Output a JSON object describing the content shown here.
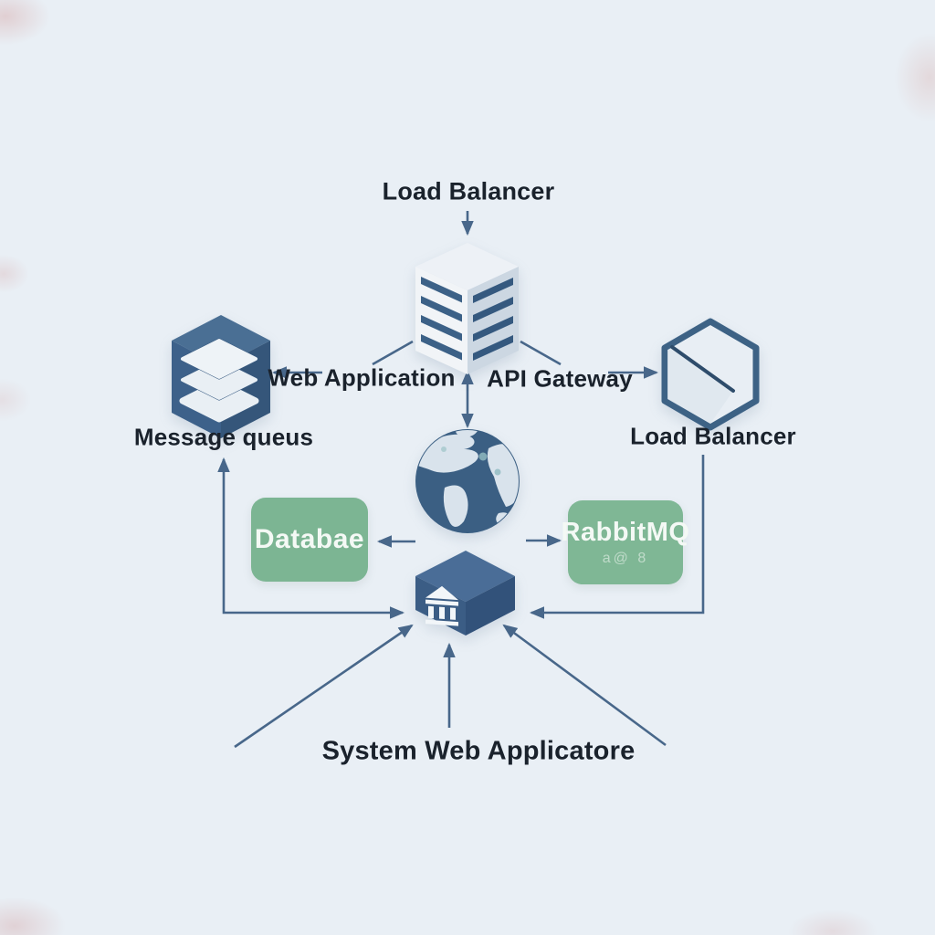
{
  "diagram": {
    "title": "System architecture diagram",
    "background": "#e9eff5",
    "colors": {
      "arrow": "#48678a",
      "label_text": "#1a222c",
      "cube_blue_top": "#4a6f94",
      "cube_blue_left": "#3d618a",
      "cube_blue_right": "#35567a",
      "server_face_light": "#f1f4f7",
      "server_face_shade": "#ccd7e2",
      "server_slat": "#3a5f85",
      "hexagon_border": "#3d6285",
      "globe_ocean": "#3b5f83",
      "globe_land": "#d9e3ec",
      "green_box": "#7cb593",
      "box_text": "#f4f9f5"
    },
    "labels": {
      "load_balancer_top": "Load Balancer",
      "web_application": "Web Application",
      "api_gateway": "API Gateway",
      "message_queue": "Message queus",
      "load_balancer_right": "Load Balancer",
      "database_box": "Databae",
      "rabbitmq_box": "RabbitMQ",
      "rabbitmq_glyphs": "a@ 8",
      "caption": "System Web Applicatore"
    },
    "icons": {
      "server_rack": "server-rack-icon",
      "cube_stack": "message-queue-cube-icon",
      "hexagon_box": "hexagon-box-icon",
      "globe": "globe-icon",
      "bank_cube": "bank-cube-icon"
    }
  }
}
